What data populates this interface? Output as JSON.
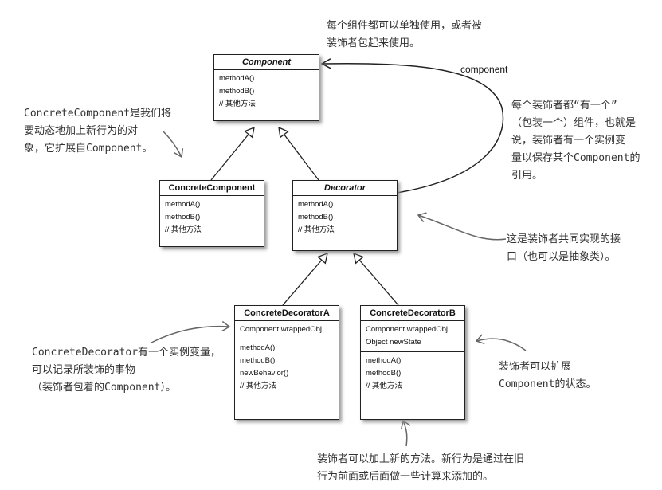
{
  "classes": {
    "component": {
      "name": "Component",
      "methods": [
        "methodA()",
        "methodB()",
        "// 其他方法"
      ]
    },
    "concrete_component": {
      "name": "ConcreteComponent",
      "methods": [
        "methodA()",
        "methodB()",
        "// 其他方法"
      ]
    },
    "decorator": {
      "name": "Decorator",
      "methods": [
        "methodA()",
        "methodB()",
        "// 其他方法"
      ]
    },
    "concrete_decorator_a": {
      "name": "ConcreteDecoratorA",
      "fields": [
        "Component wrappedObj"
      ],
      "methods": [
        "methodA()",
        "methodB()",
        "newBehavior()",
        "// 其他方法"
      ]
    },
    "concrete_decorator_b": {
      "name": "ConcreteDecoratorB",
      "fields": [
        "Component wrappedObj",
        "Object newState"
      ],
      "methods": [
        "methodA()",
        "methodB()",
        "// 其他方法"
      ]
    }
  },
  "association_label": "component",
  "notes": {
    "top": [
      "每个组件都可以单独使用，或者被",
      "装饰者包起来使用。"
    ],
    "left_top": [
      "ConcreteComponent是我们将",
      "要动态地加上新行为的对",
      "象，它扩展自Component。"
    ],
    "right_top": [
      "每个装饰者都“有一个”",
      "（包装一个）组件，也就是",
      "说，装饰者有一个实例变",
      "量以保存某个Component的",
      "引用。"
    ],
    "right_mid": [
      "这是装饰者共同实现的接",
      "口（也可以是抽象类）。"
    ],
    "left_bottom": [
      "ConcreteDecorator有一个实例变量，",
      "可以记录所装饰的事物",
      "（装饰者包着的Component）。"
    ],
    "right_bottom": [
      "装饰者可以扩展",
      "Component的状态。"
    ],
    "bottom": [
      "装饰者可以加上新的方法。新行为是通过在旧",
      "行为前面或后面做一些计算来添加的。"
    ]
  }
}
